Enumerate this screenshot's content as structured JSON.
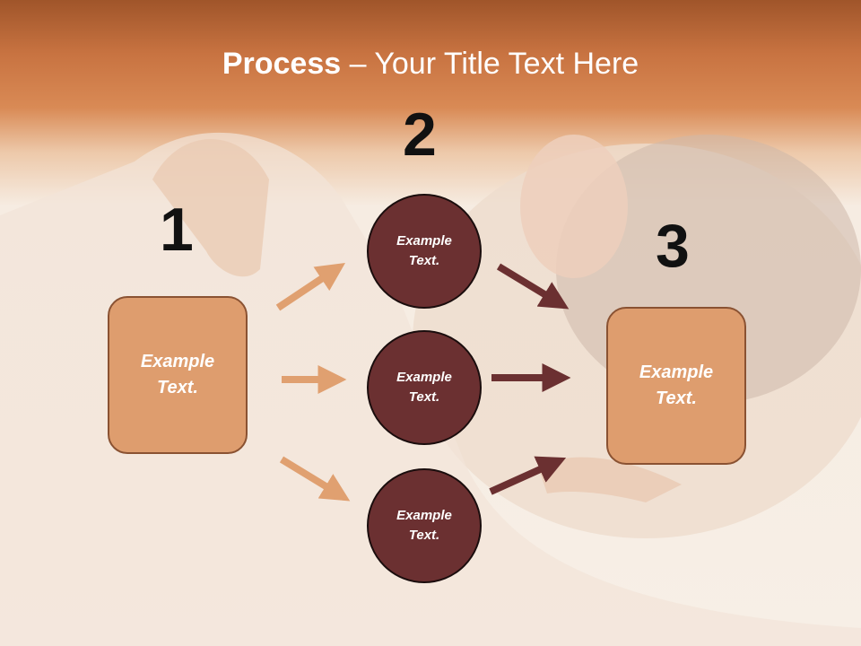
{
  "title": {
    "bold": "Process",
    "rest": " – Your Title Text Here"
  },
  "steps": [
    {
      "number": "1",
      "text": "Example\nText."
    },
    {
      "number": "2",
      "circles": [
        "Example\nText.",
        "Example\nText.",
        "Example\nText."
      ]
    },
    {
      "number": "3",
      "text": "Example\nText."
    }
  ],
  "colors": {
    "box": "#de9d6e",
    "circle": "#6b3031",
    "arrow_light": "#e0a070",
    "arrow_dark": "#6b3031"
  }
}
